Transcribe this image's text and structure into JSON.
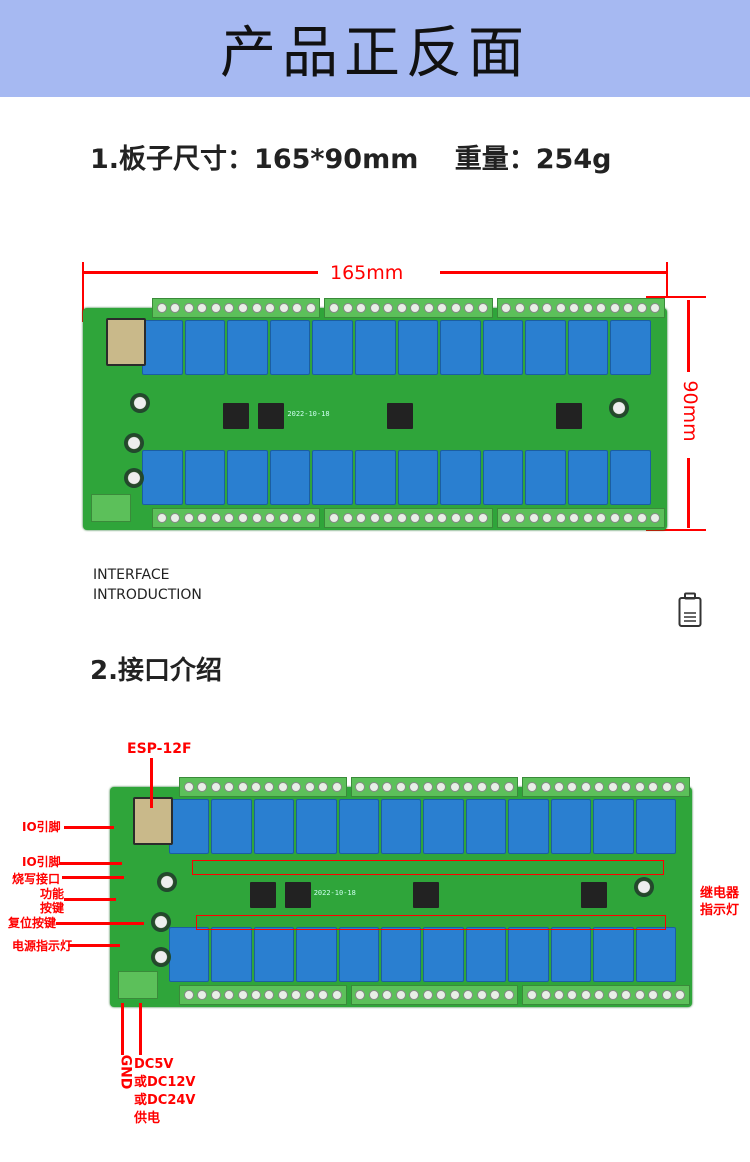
{
  "header": {
    "title": "产品正反面"
  },
  "section1": {
    "title": "1.板子尺寸：165*90mm　 重量：254g",
    "width_label": "165mm",
    "height_label": "90mm",
    "board_date": "2022-10-18"
  },
  "interface": {
    "line1": "INTERFACE",
    "line2": "INTRODUCTION"
  },
  "section2": {
    "title": "2.接口介绍"
  },
  "annotations": {
    "esp": "ESP-12F",
    "io1": "IO引脚",
    "io2": "IO引脚",
    "burn": "烧写接口",
    "func1": "功能",
    "func2": "按键",
    "reset": "复位按键",
    "power_led": "电源指示灯",
    "relay_led1": "继电器",
    "relay_led2": "指示灯",
    "gnd": "GND",
    "supply": [
      "DC5V",
      "或DC12V",
      "或DC24V",
      "供电"
    ]
  },
  "icons": {
    "clipboard": "clipboard-icon"
  },
  "colors": {
    "header": "#a6b9f2",
    "annotation": "#ff0000",
    "board": "#2fa53a",
    "relay": "#2a7fd0"
  }
}
